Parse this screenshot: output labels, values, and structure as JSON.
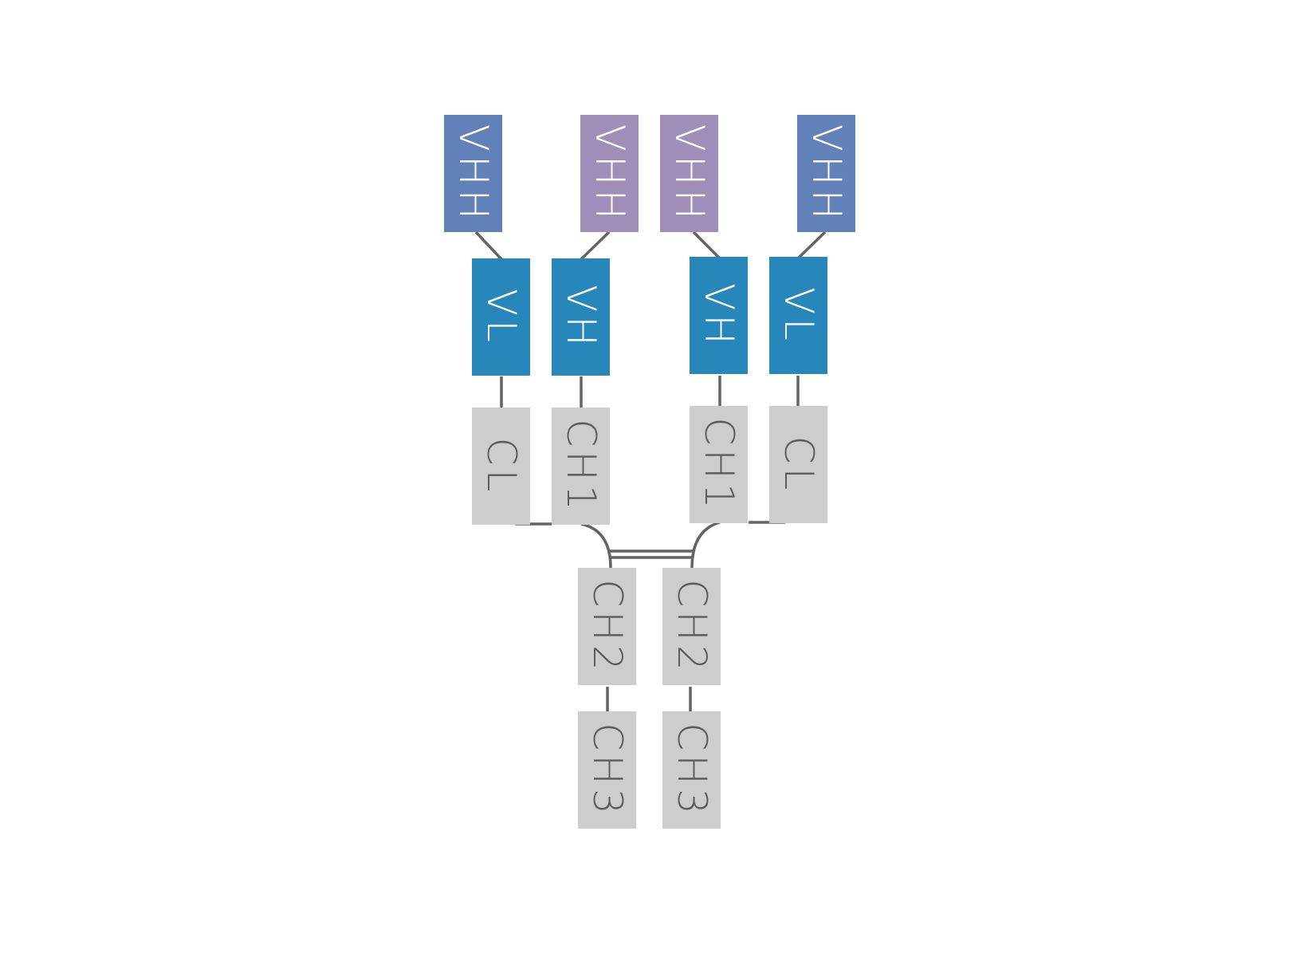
{
  "colors": {
    "vhh_a": "#6181b8",
    "vhh_b": "#9d8fb8",
    "variable": "#2787bb",
    "constant": "#cdcdcd",
    "label_light": "#ffffff",
    "label_dark": "#5c5c5c",
    "connector": "#636363"
  },
  "domains": [
    {
      "id": "vhh-1",
      "label": "VHH",
      "fill": "vhh_a"
    },
    {
      "id": "vhh-2",
      "label": "VHH",
      "fill": "vhh_b"
    },
    {
      "id": "vhh-3",
      "label": "VHH",
      "fill": "vhh_b"
    },
    {
      "id": "vhh-4",
      "label": "VHH",
      "fill": "vhh_a"
    },
    {
      "id": "vl-left",
      "label": "VL",
      "fill": "variable"
    },
    {
      "id": "vh-left",
      "label": "VH",
      "fill": "variable"
    },
    {
      "id": "vh-right",
      "label": "VH",
      "fill": "variable"
    },
    {
      "id": "vl-right",
      "label": "VL",
      "fill": "variable"
    },
    {
      "id": "cl-left",
      "label": "CL",
      "fill": "constant"
    },
    {
      "id": "ch1-left",
      "label": "CH1",
      "fill": "constant"
    },
    {
      "id": "ch1-right",
      "label": "CH1",
      "fill": "constant"
    },
    {
      "id": "cl-right",
      "label": "CL",
      "fill": "constant"
    },
    {
      "id": "ch2-left",
      "label": "CH2",
      "fill": "constant"
    },
    {
      "id": "ch2-right",
      "label": "CH2",
      "fill": "constant"
    },
    {
      "id": "ch3-left",
      "label": "CH3",
      "fill": "constant"
    },
    {
      "id": "ch3-right",
      "label": "CH3",
      "fill": "constant"
    }
  ]
}
